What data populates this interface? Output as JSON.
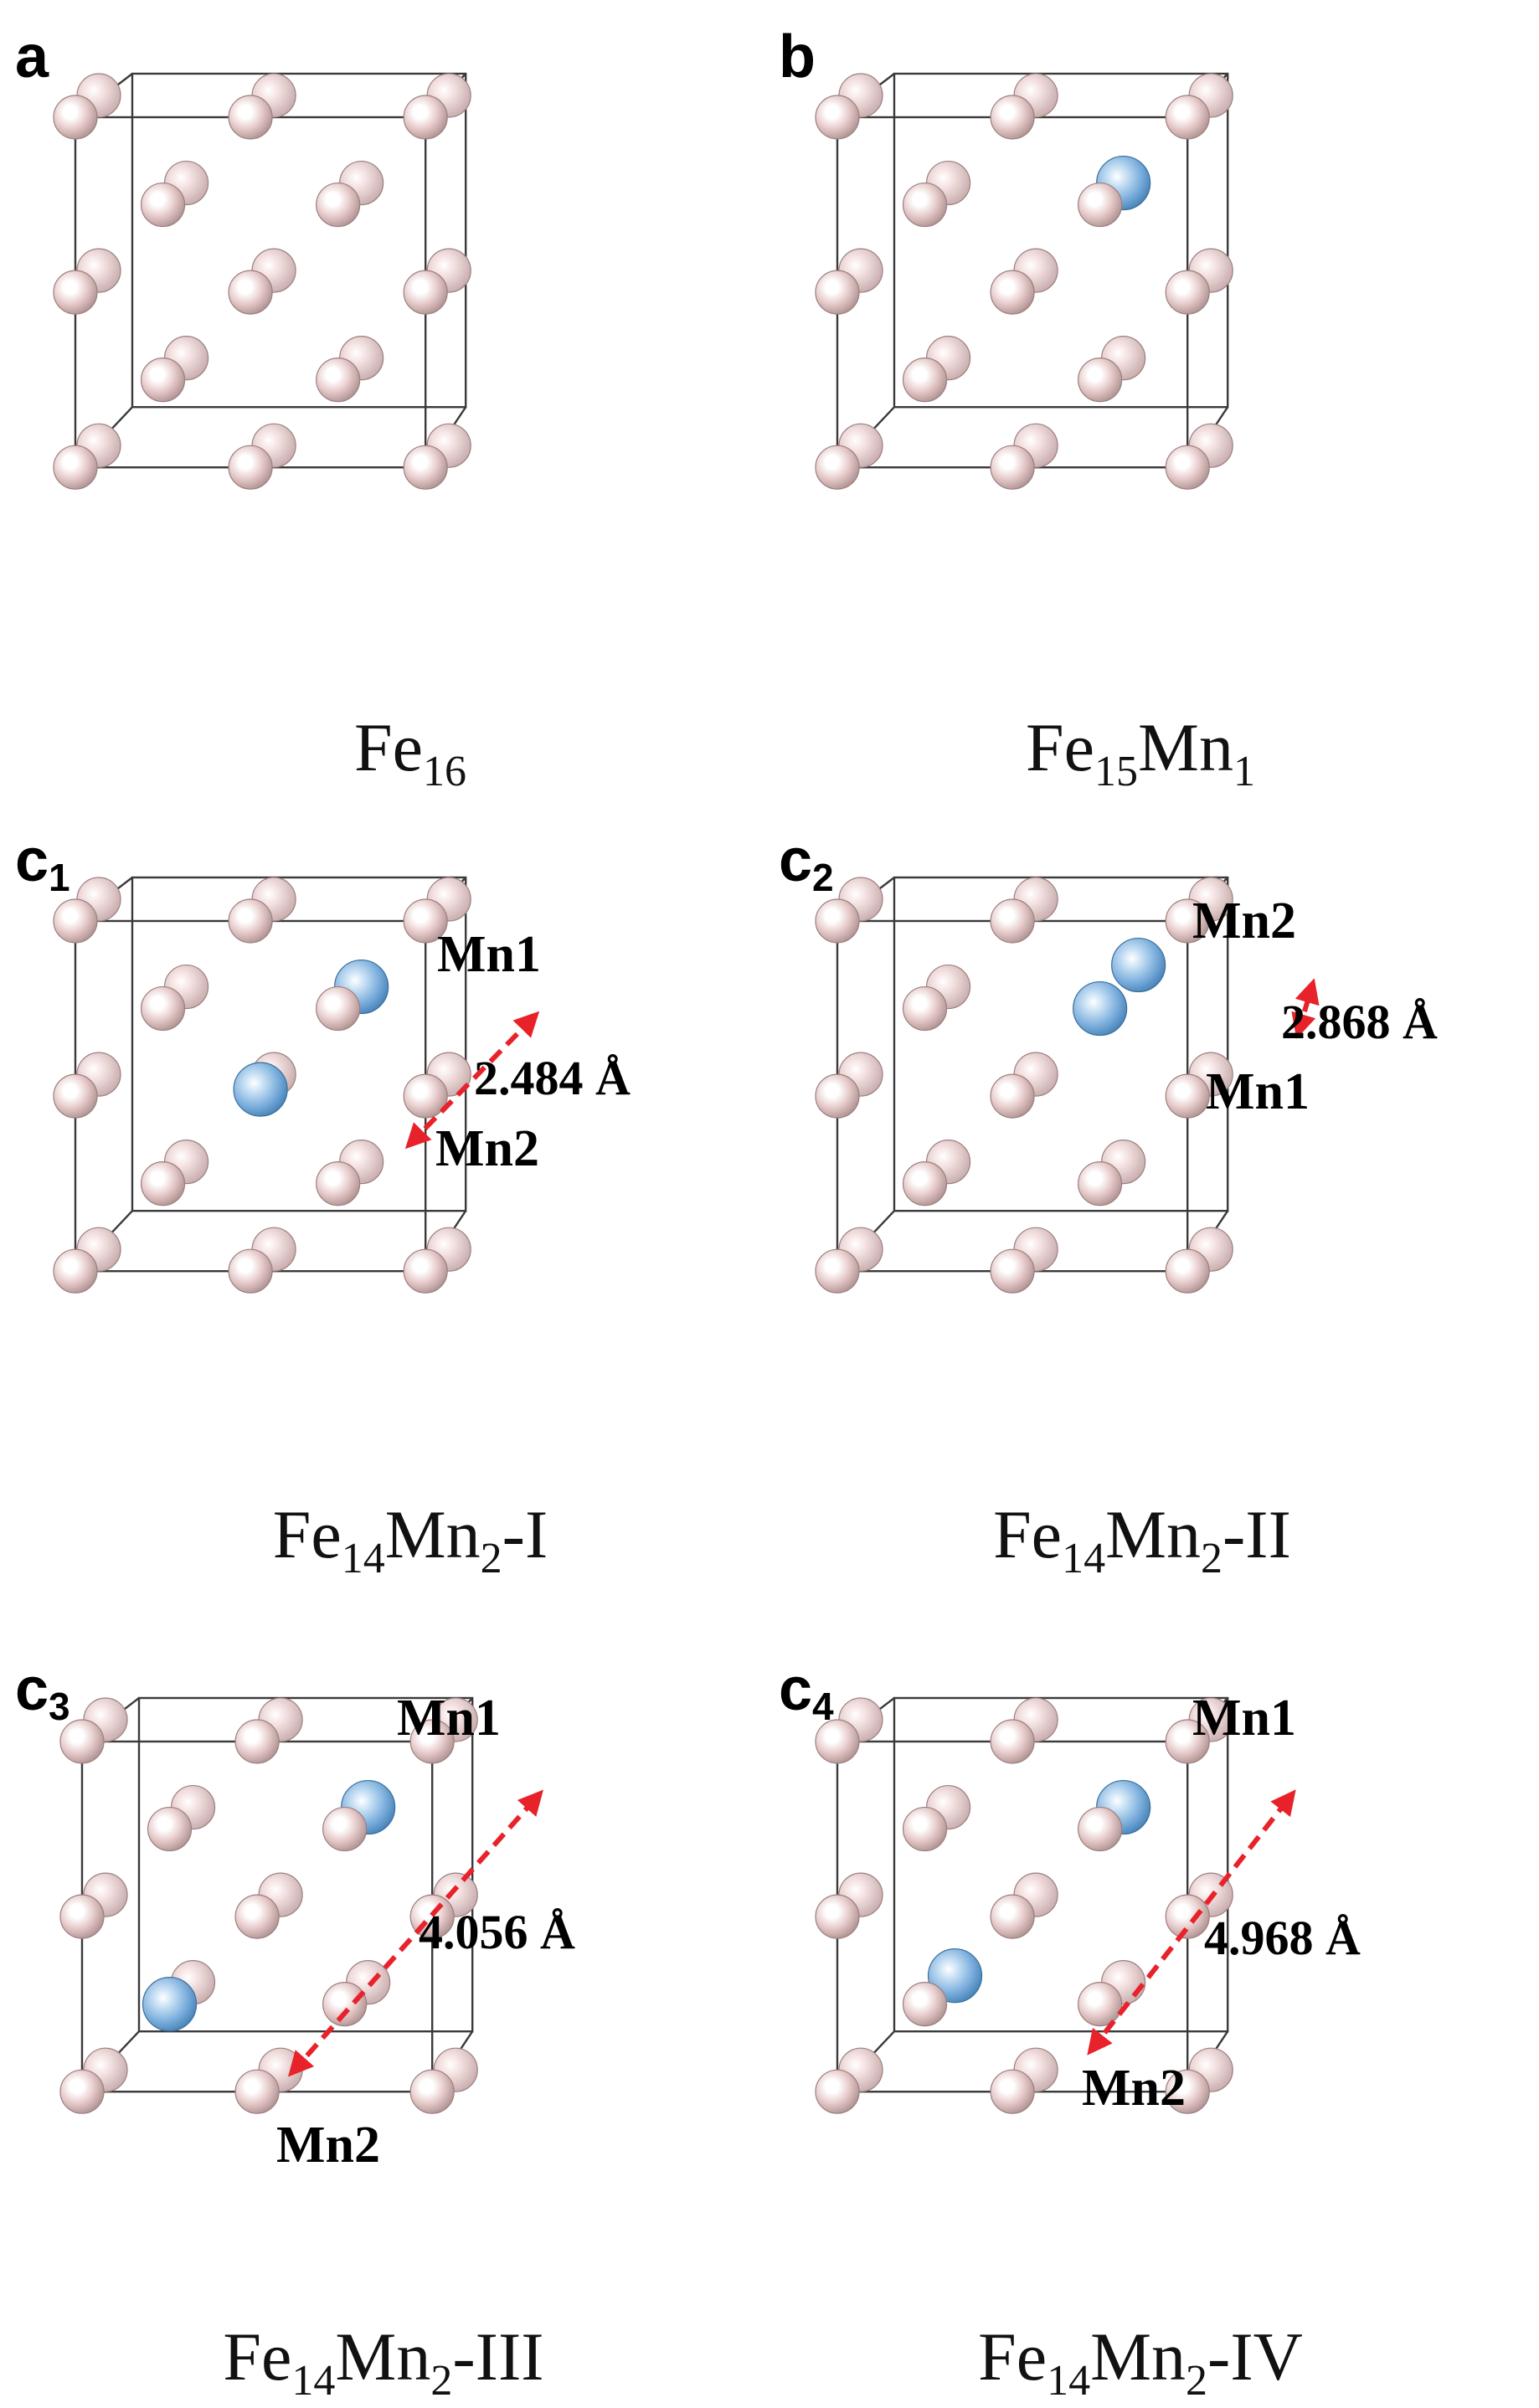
{
  "colors": {
    "fe_atom": "#f4dcdc",
    "fe_atom_shade": "#b89a9a",
    "mn_atom": "#8fbde6",
    "mn_atom_shade": "#3f7fb8",
    "distance_arrow": "#e8222a",
    "cell_edge": "#3a3a3a"
  },
  "panels": [
    {
      "label": "a",
      "label_sub": "",
      "caption": {
        "base": "Fe",
        "sub1": "16",
        "mid": "",
        "sub2": "",
        "suffix": ""
      },
      "mn_atoms": [],
      "distance": ""
    },
    {
      "label": "b",
      "label_sub": "",
      "caption": {
        "base": "Fe",
        "sub1": "15",
        "mid": "Mn",
        "sub2": "1",
        "suffix": ""
      },
      "mn_atoms": [
        {
          "name": "",
          "site": "upper-right"
        }
      ],
      "distance": ""
    },
    {
      "label": "c",
      "label_sub": "1",
      "caption": {
        "base": "Fe",
        "sub1": "14",
        "mid": "Mn",
        "sub2": "2",
        "suffix": "-I"
      },
      "mn_atoms": [
        {
          "name": "Mn1",
          "site": "upper-right"
        },
        {
          "name": "Mn2",
          "site": "center"
        }
      ],
      "distance": "2.484 Å"
    },
    {
      "label": "c",
      "label_sub": "2",
      "caption": {
        "base": "Fe",
        "sub1": "14",
        "mid": "Mn",
        "sub2": "2",
        "suffix": "-II"
      },
      "mn_atoms": [
        {
          "name": "Mn1",
          "site": "upper-right-front"
        },
        {
          "name": "Mn2",
          "site": "upper-right-back"
        }
      ],
      "distance": "2.868 Å"
    },
    {
      "label": "c",
      "label_sub": "3",
      "caption": {
        "base": "Fe",
        "sub1": "14",
        "mid": "Mn",
        "sub2": "2",
        "suffix": "-III"
      },
      "mn_atoms": [
        {
          "name": "Mn1",
          "site": "upper-right"
        },
        {
          "name": "Mn2",
          "site": "lower-left"
        }
      ],
      "distance": "4.056 Å"
    },
    {
      "label": "c",
      "label_sub": "4",
      "caption": {
        "base": "Fe",
        "sub1": "14",
        "mid": "Mn",
        "sub2": "2",
        "suffix": "-IV"
      },
      "mn_atoms": [
        {
          "name": "Mn1",
          "site": "upper-right"
        },
        {
          "name": "Mn2",
          "site": "lower-left-back"
        }
      ],
      "distance": "4.968 Å"
    }
  ]
}
